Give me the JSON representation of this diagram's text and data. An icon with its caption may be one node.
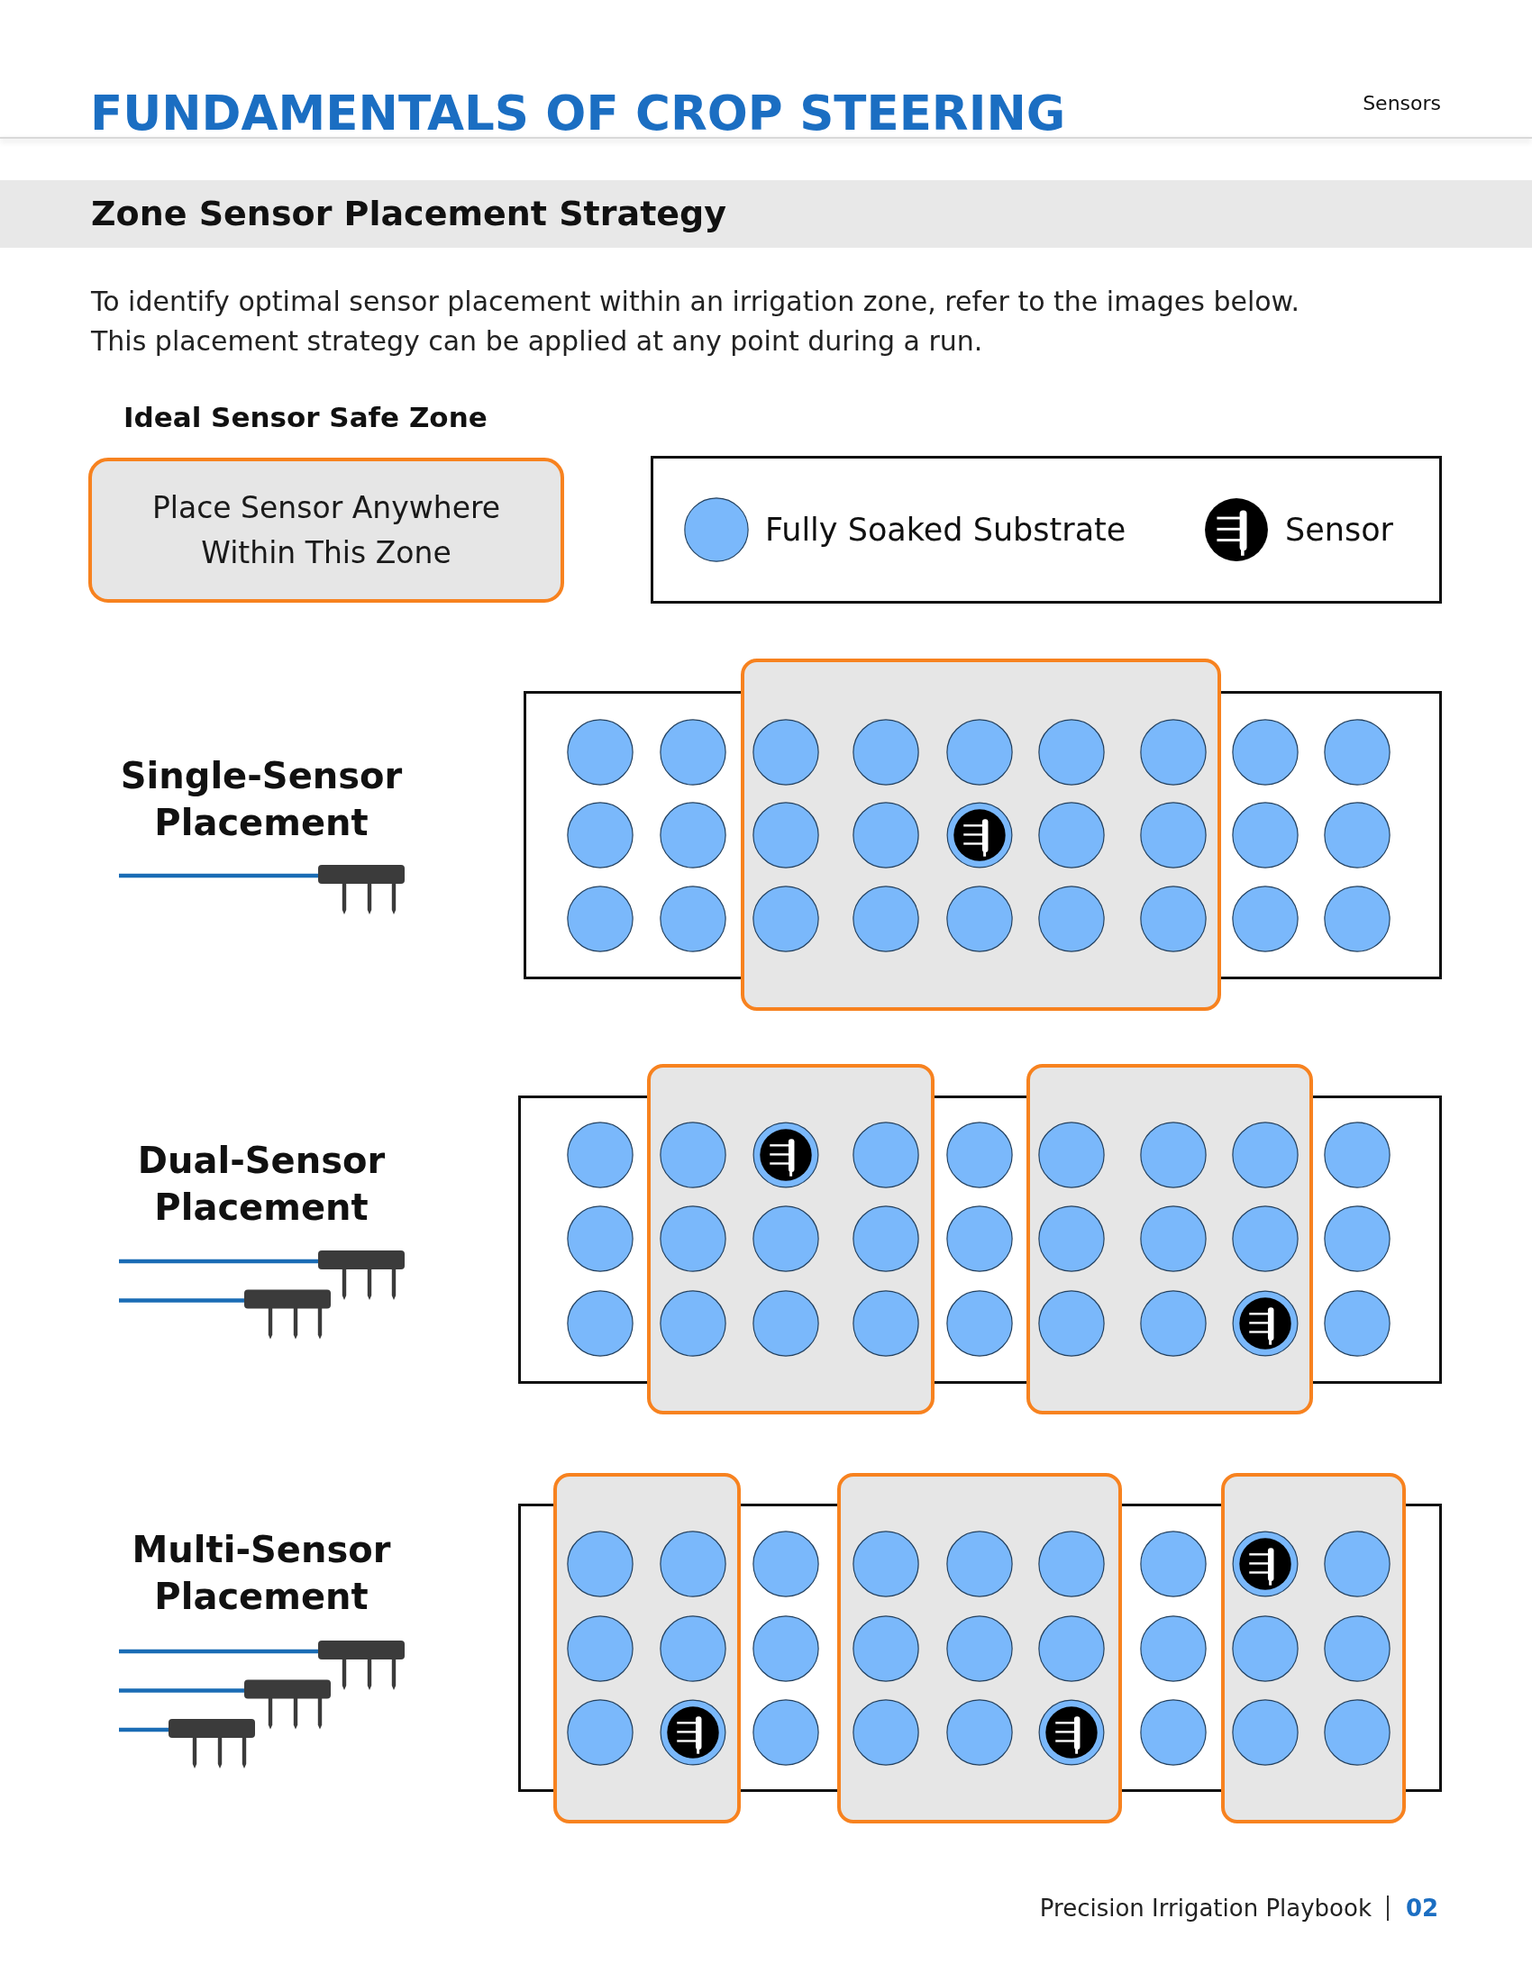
{
  "diagram": {
    "title": "FUNDAMENTALS OF CROP STEERING",
    "nodes": [
      {
        "text": [
          "Ideal Sensor Safe Zone",
          "Place Sensor Anywhere Within This Zone"
        ]
      },
      {
        "text": [],
        "shape": "box"
      },
      {
        "text": [],
        "shape": "box"
      },
      {
        "text": [],
        "shape": "box"
      },
      {
        "text": [],
        "shape": "box"
      },
      {
        "text": [],
        "shape": "box"
      },
      {
        "text": [],
        "shape": "box"
      }
    ],
    "labels": [
      "Sensors",
      "Zone Sensor Placement Strategy",
      "To identify optimal sensor placement within an irrigation zone, refer to the images below. This placement strategy can be applied at any point during a run.",
      "Single-Sensor Placement",
      "Dual-Sensor Placement",
      "Multi-Sensor Placement",
      "Precision Irrigation Playbook",
      "02"
    ],
    "legend": [
      {
        "text": "Fully Soaked Substrate",
        "color": "#7ab8fb"
      },
      {
        "text": "Sensor"
      }
    ]
  }
}
